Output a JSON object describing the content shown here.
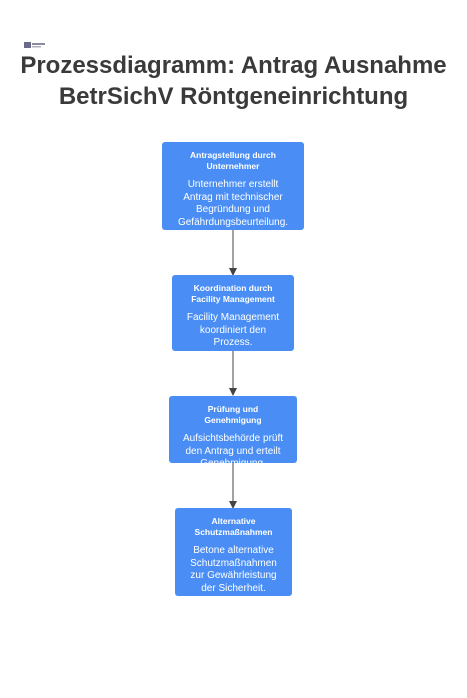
{
  "header": {
    "title_line1": "Prozessdiagramm: Antrag Ausnahme",
    "title_line2": "BetrSichV Röntgeneinrichtung"
  },
  "steps": [
    {
      "title": "Antragstellung durch Unternehmer",
      "text": "Unternehmer erstellt Antrag mit technischer Begründung und Gefährdungsbeurteilung."
    },
    {
      "title": "Koordination durch Facility Management",
      "text": "Facility Management koordiniert den Prozess."
    },
    {
      "title": "Prüfung und Genehmigung",
      "text": "Aufsichtsbehörde prüft den Antrag und erteilt Genehmigung."
    },
    {
      "title": "Alternative Schutzmaßnahmen",
      "text": "Betone alternative Schutzmaßnahmen zur Gewährleistung der Sicherheit."
    }
  ],
  "colors": {
    "box": "#4a8ef5",
    "title": "#3a3a3a",
    "arrow": "#444444"
  }
}
